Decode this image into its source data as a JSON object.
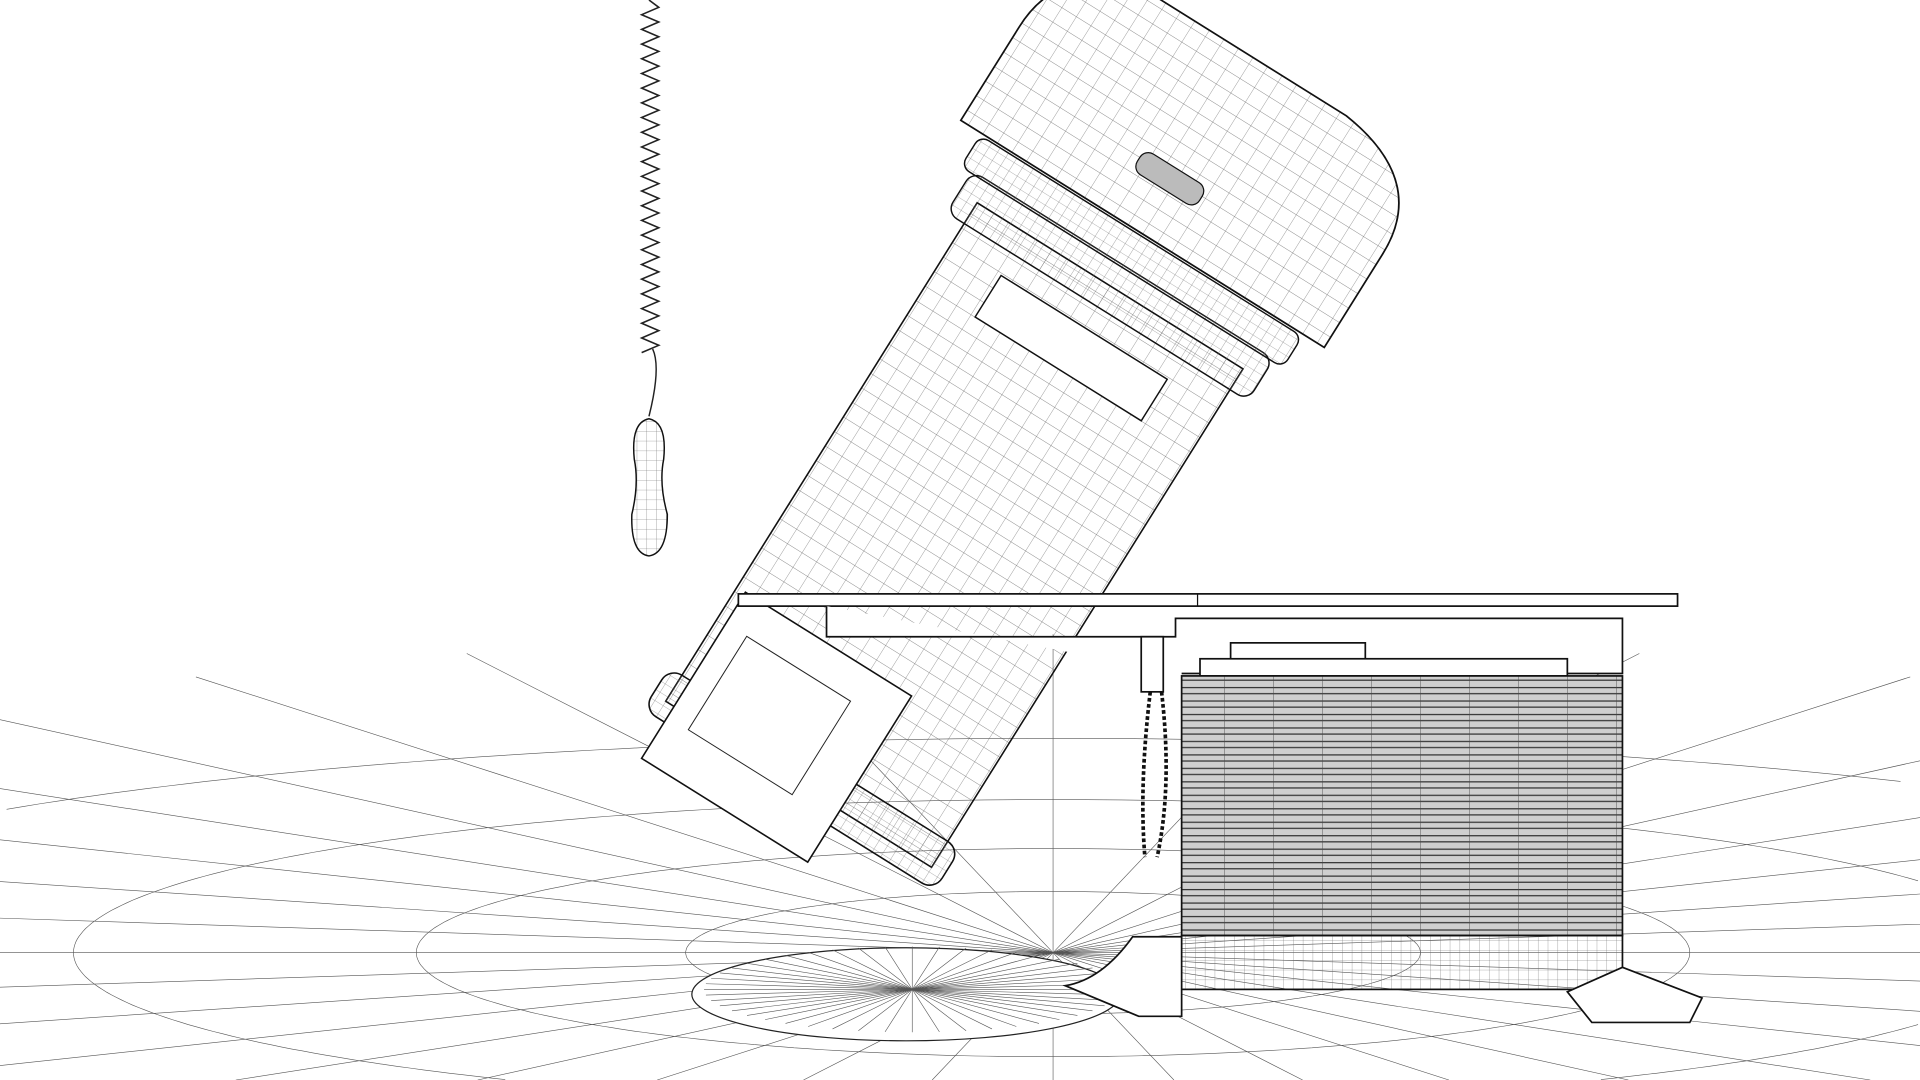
{
  "scene": {
    "subject": "",
    "colors": {
      "background": "#ffffff",
      "wireframe": "#222222",
      "mesh": "#555555"
    },
    "icons": [
      "gantry",
      "treatment-couch",
      "pendant-controller",
      "floor-grid"
    ]
  }
}
